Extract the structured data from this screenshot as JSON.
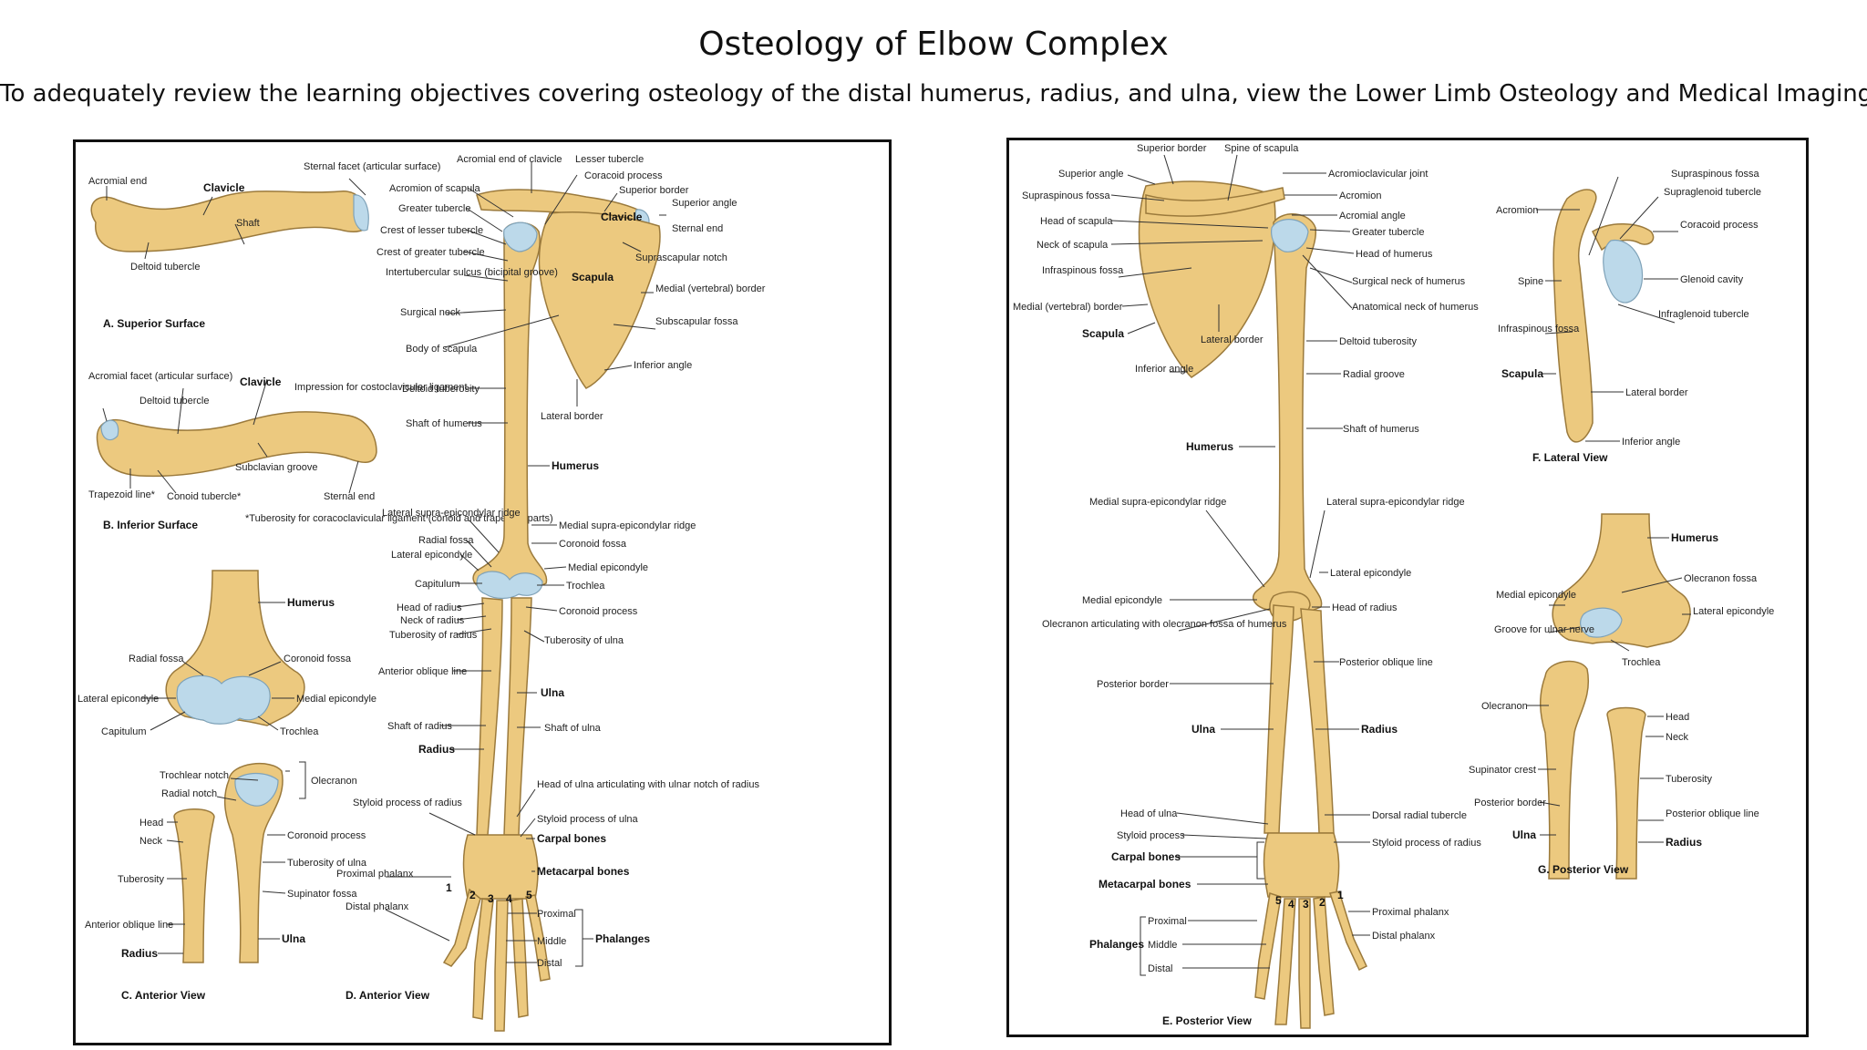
{
  "header": {
    "title": "Osteology of Elbow Complex",
    "subtitle": "To adequately review the learning objectives covering osteology of the distal humerus, radius, and ulna, view the Lower Limb Osteology and Medical Imaging Guide."
  },
  "left_panel": {
    "captions": {
      "a": "A. Superior Surface",
      "b": "B. Inferior Surface",
      "c": "C. Anterior View",
      "d": "D. Anterior View"
    },
    "a_labels": {
      "acromial_end": "Acromial end",
      "clavicle": "Clavicle",
      "shaft": "Shaft",
      "deltoid_tubercle": "Deltoid tubercle",
      "sternal_facet": "Sternal facet (articular surface)"
    },
    "b_labels": {
      "acromial_facet": "Acromial facet (articular surface)",
      "deltoid_tubercle": "Deltoid tubercle",
      "clavicle": "Clavicle",
      "impression": "Impression for costoclavicular ligament",
      "subclavian_groove": "Subclavian groove",
      "trapezoid_line": "Trapezoid line*",
      "conoid_tubercle": "Conoid tubercle*",
      "sternal_end": "Sternal end",
      "note": "*Tuberosity for coracoclavicular ligament (conoid and trapezoid parts)"
    },
    "c_labels": {
      "humerus": "Humerus",
      "radial_fossa": "Radial fossa",
      "coronoid_fossa": "Coronoid fossa",
      "lateral_epicondyle": "Lateral epicondyle",
      "medial_epicondyle": "Medial epicondyle",
      "capitulum": "Capitulum",
      "trochlea": "Trochlea",
      "trochlear_notch": "Trochlear notch",
      "radial_notch": "Radial notch",
      "olecranon": "Olecranon",
      "head": "Head",
      "neck": "Neck",
      "coronoid_process": "Coronoid process",
      "tuberosity_ulna": "Tuberosity of ulna",
      "tuberosity": "Tuberosity",
      "supinator_fossa": "Supinator fossa",
      "anterior_oblique": "Anterior oblique line",
      "ulna": "Ulna",
      "radius": "Radius"
    },
    "d_labels": {
      "acromial_end_clavicle": "Acromial end of clavicle",
      "lesser_tubercle": "Lesser tubercle",
      "coracoid_process": "Coracoid process",
      "superior_border": "Superior border",
      "acromion": "Acromion of scapula",
      "greater_tubercle": "Greater tubercle",
      "clavicle": "Clavicle",
      "superior_angle": "Superior angle",
      "sternal_end": "Sternal end",
      "crest_lesser": "Crest of lesser tubercle",
      "crest_greater": "Crest of greater tubercle",
      "suprascapular_notch": "Suprascapular notch",
      "scapula": "Scapula",
      "intertubercular": "Intertubercular sulcus (bicipital groove)",
      "medial_border": "Medial (vertebral) border",
      "surgical_neck": "Surgical neck",
      "subscapular_fossa": "Subscapular fossa",
      "body_scapula": "Body of scapula",
      "inferior_angle": "Inferior angle",
      "deltoid_tuberosity": "Deltoid tuberosity",
      "shaft_humerus": "Shaft of humerus",
      "lateral_border": "Lateral border",
      "humerus": "Humerus",
      "lateral_supra": "Lateral supra-epicondylar ridge",
      "medial_supra": "Medial supra-epicondylar ridge",
      "radial_fossa": "Radial fossa",
      "coronoid_fossa": "Coronoid fossa",
      "lateral_epicondyle": "Lateral epicondyle",
      "medial_epicondyle": "Medial epicondyle",
      "capitulum": "Capitulum",
      "trochlea": "Trochlea",
      "head_radius": "Head of radius",
      "coronoid_process": "Coronoid process",
      "neck_radius": "Neck of radius",
      "tuberosity_radius": "Tuberosity of radius",
      "tuberosity_ulna": "Tuberosity of ulna",
      "anterior_oblique": "Anterior oblique line",
      "ulna": "Ulna",
      "shaft_radius": "Shaft of radius",
      "shaft_ulna": "Shaft of ulna",
      "radius": "Radius",
      "head_ulna": "Head of ulna articulating with ulnar notch of radius",
      "styloid_radius": "Styloid process of radius",
      "styloid_ulna": "Styloid process of ulna",
      "carpal_bones": "Carpal bones",
      "metacarpal_bones": "Metacarpal bones",
      "proximal_phalanx": "Proximal phalanx",
      "distal_phalanx": "Distal phalanx",
      "proximal": "Proximal",
      "middle": "Middle",
      "distal": "Distal",
      "phalanges": "Phalanges",
      "digits": [
        "1",
        "2",
        "3",
        "4",
        "5"
      ]
    }
  },
  "right_panel": {
    "captions": {
      "e": "E. Posterior View",
      "f": "F. Lateral View",
      "g": "G. Posterior View"
    },
    "e_labels": {
      "superior_border": "Superior border",
      "spine_scapula": "Spine of scapula",
      "superior_angle": "Superior angle",
      "acromioclavicular": "Acromioclavicular joint",
      "supraspinous": "Supraspinous fossa",
      "acromion": "Acromion",
      "head_scapula": "Head of scapula",
      "acromial_angle": "Acromial angle",
      "greater_tubercle": "Greater tubercle",
      "neck_scapula": "Neck of scapula",
      "head_humerus": "Head of humerus",
      "infraspinous": "Infraspinous fossa",
      "surgical_neck": "Surgical neck of humerus",
      "medial_border": "Medial (vertebral) border",
      "anatomical_neck": "Anatomical neck of humerus",
      "scapula": "Scapula",
      "lateral_border": "Lateral border",
      "deltoid_tuberosity": "Deltoid tuberosity",
      "inferior_angle": "Inferior angle",
      "radial_groove": "Radial groove",
      "shaft_humerus": "Shaft of humerus",
      "humerus": "Humerus",
      "medial_supra": "Medial supra-epicondylar ridge",
      "lateral_supra": "Lateral supra-epicondylar ridge",
      "lateral_epicondyle": "Lateral epicondyle",
      "medial_epicondyle": "Medial epicondyle",
      "head_radius": "Head of radius",
      "olecranon_art": "Olecranon articulating with olecranon fossa of humerus",
      "posterior_oblique": "Posterior oblique line",
      "posterior_border": "Posterior border",
      "ulna": "Ulna",
      "radius": "Radius",
      "head_ulna": "Head of ulna",
      "dorsal_radial": "Dorsal radial tubercle",
      "styloid_process": "Styloid process",
      "styloid_radius": "Styloid process of radius",
      "carpal_bones": "Carpal bones",
      "metacarpal_bones": "Metacarpal bones",
      "proximal_phalanx": "Proximal phalanx",
      "distal_phalanx": "Distal phalanx",
      "proximal": "Proximal",
      "middle": "Middle",
      "distal": "Distal",
      "phalanges": "Phalanges",
      "digits": [
        "5",
        "4",
        "3",
        "2",
        "1"
      ]
    },
    "f_labels": {
      "supraspinous": "Supraspinous fossa",
      "supraglenoid": "Supraglenoid tubercle",
      "acromion": "Acromion",
      "coracoid": "Coracoid process",
      "spine": "Spine",
      "glenoid": "Glenoid cavity",
      "infraglenoid": "Infraglenoid tubercle",
      "infraspinous": "Infraspinous fossa",
      "scapula": "Scapula",
      "lateral_border": "Lateral border",
      "inferior_angle": "Inferior angle"
    },
    "g_labels": {
      "humerus": "Humerus",
      "olecranon_fossa": "Olecranon fossa",
      "medial_epicondyle": "Medial epicondyle",
      "lateral_epicondyle": "Lateral epicondyle",
      "groove_ulnar": "Groove for ulnar nerve",
      "trochlea": "Trochlea",
      "olecranon": "Olecranon",
      "head": "Head",
      "neck": "Neck",
      "supinator_crest": "Supinator crest",
      "tuberosity": "Tuberosity",
      "posterior_border": "Posterior border",
      "posterior_oblique": "Posterior oblique line",
      "ulna": "Ulna",
      "radius": "Radius"
    }
  }
}
